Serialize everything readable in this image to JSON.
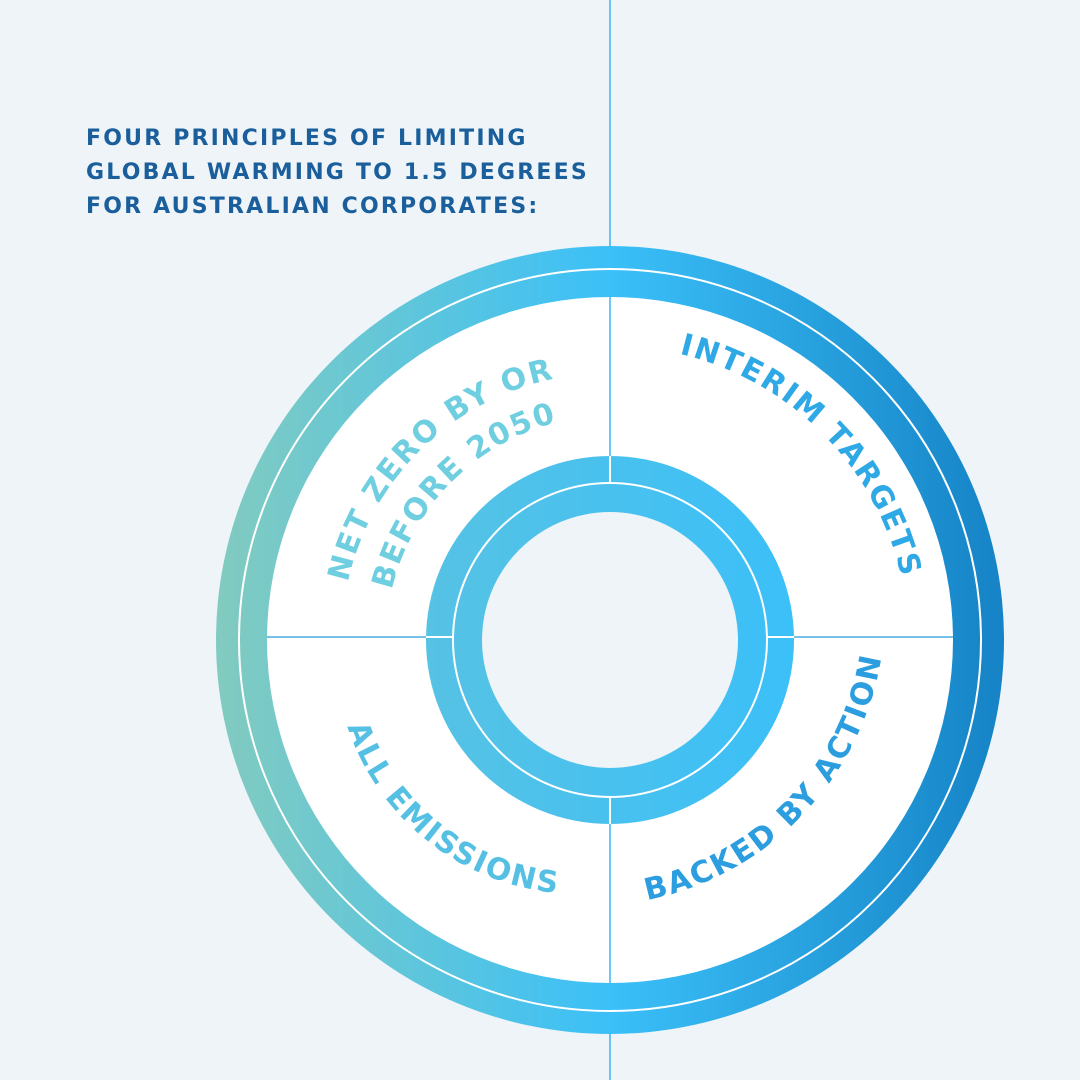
{
  "title": {
    "lines": [
      "FOUR PRINCIPLES OF LIMITING",
      "GLOBAL WARMING TO 1.5 DEGREES",
      "FOR AUSTRALIAN CORPORATES:"
    ]
  },
  "principles": {
    "top_left": [
      "NET ZERO BY OR",
      "BEFORE 2050"
    ],
    "top_right": "INTERIM TARGETS",
    "bottom_left": "ALL EMISSIONS",
    "bottom_right": "BACKED BY ACTION"
  },
  "colors": {
    "title": "#1a5f9b",
    "teal": "#82cbbf",
    "sky": "#3bc0f8",
    "deep_blue": "#1583c6",
    "dots_start": "#1d62a4",
    "dots_end": "#8fd0a4"
  }
}
